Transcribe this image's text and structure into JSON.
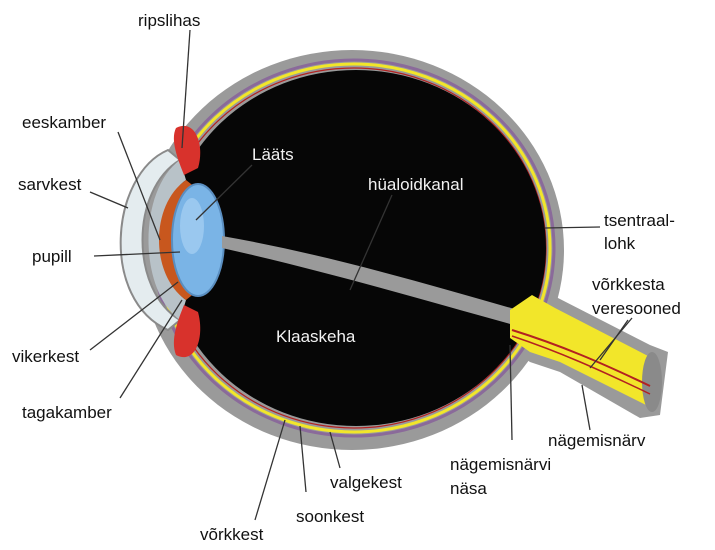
{
  "diagram": {
    "labels": {
      "ripslihas": "ripslihas",
      "eeskamber": "eeskamber",
      "sarvkest": "sarvkest",
      "pupill": "pupill",
      "vikerkest": "vikerkest",
      "tagakamber": "tagakamber",
      "laats": "Lääts",
      "hualoidkanal": "hüaloidkanal",
      "klaaskeha": "Klaaskeha",
      "tsentraal_line1": "tsentraal-",
      "tsentraal_line2": "lohk",
      "vorkkesta_line1": "võrkkesta",
      "vorkkesta_line2": "veresooned",
      "nagemisnarv": "nägemisnärv",
      "nasa_line1": "nägemisnärvi",
      "nasa_line2": "näsa",
      "valgekest": "valgekest",
      "soonkest": "soonkest",
      "vorkkest": "võrkkest"
    },
    "colors": {
      "background": "#ffffff",
      "sclera": "#9a9a9a",
      "choroid": "#8a6a9a",
      "retina": "#f2e62a",
      "vitreous": "#060606",
      "lens": "#7ab4e6",
      "iris": "#c8571e",
      "ciliary": "#d8322c",
      "cornea": "#e4ecef",
      "nerve": "#f2e62a",
      "vessels": "#b32121",
      "canal": "#9a9a9a"
    }
  }
}
